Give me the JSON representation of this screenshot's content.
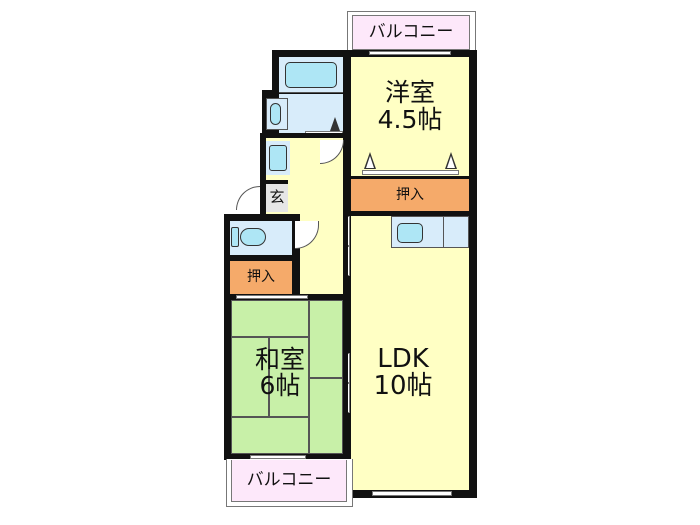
{
  "floor_plan": {
    "colors": {
      "wall": "#111111",
      "living_area": "#ffffc4",
      "tatami": "#c8f0a8",
      "wet_area": "#d8ecfa",
      "closet": "#f5aa6a",
      "balcony": "#fde8fa",
      "fixture": "#aee6f5"
    },
    "rooms": {
      "balcony_top": {
        "label": "バルコニー"
      },
      "western_room": {
        "label": "洋室\n4.5帖",
        "name": "洋室",
        "size": "4.5帖"
      },
      "closet_upper": {
        "label": "押入"
      },
      "ldk": {
        "label": "LDK\n10帖",
        "name": "LDK",
        "size": "10帖"
      },
      "entrance": {
        "label": "玄"
      },
      "closet_lower": {
        "label": "押入"
      },
      "japanese_room": {
        "label": "和室\n6帖",
        "name": "和室",
        "size": "6帖"
      },
      "balcony_bottom": {
        "label": "バルコニー"
      }
    },
    "fixtures": [
      "bathtub",
      "washbasin",
      "washing-machine",
      "toilet",
      "kitchen-sink",
      "kitchen-counter"
    ]
  }
}
